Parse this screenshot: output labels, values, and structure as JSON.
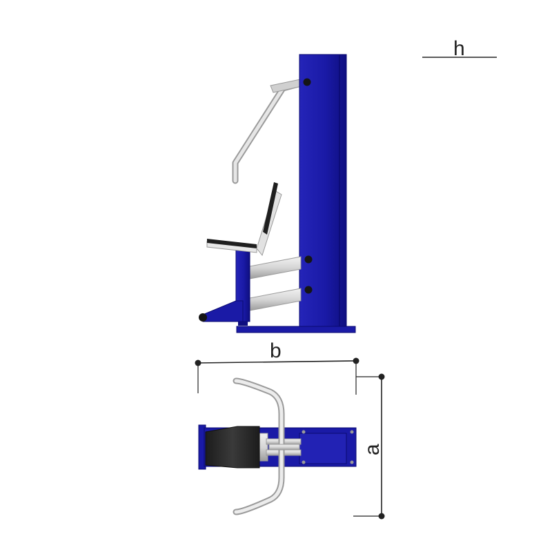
{
  "labels": {
    "h": "h",
    "b": "b",
    "a": "a"
  },
  "colors": {
    "frame": "#1a1aa6",
    "frame_dark": "#0d0d7a",
    "frame_light": "#3030c8",
    "bar": "#d8d8d8",
    "bar_dark": "#a8a8a8",
    "seat": "#2a2a2a",
    "line": "#222222"
  }
}
